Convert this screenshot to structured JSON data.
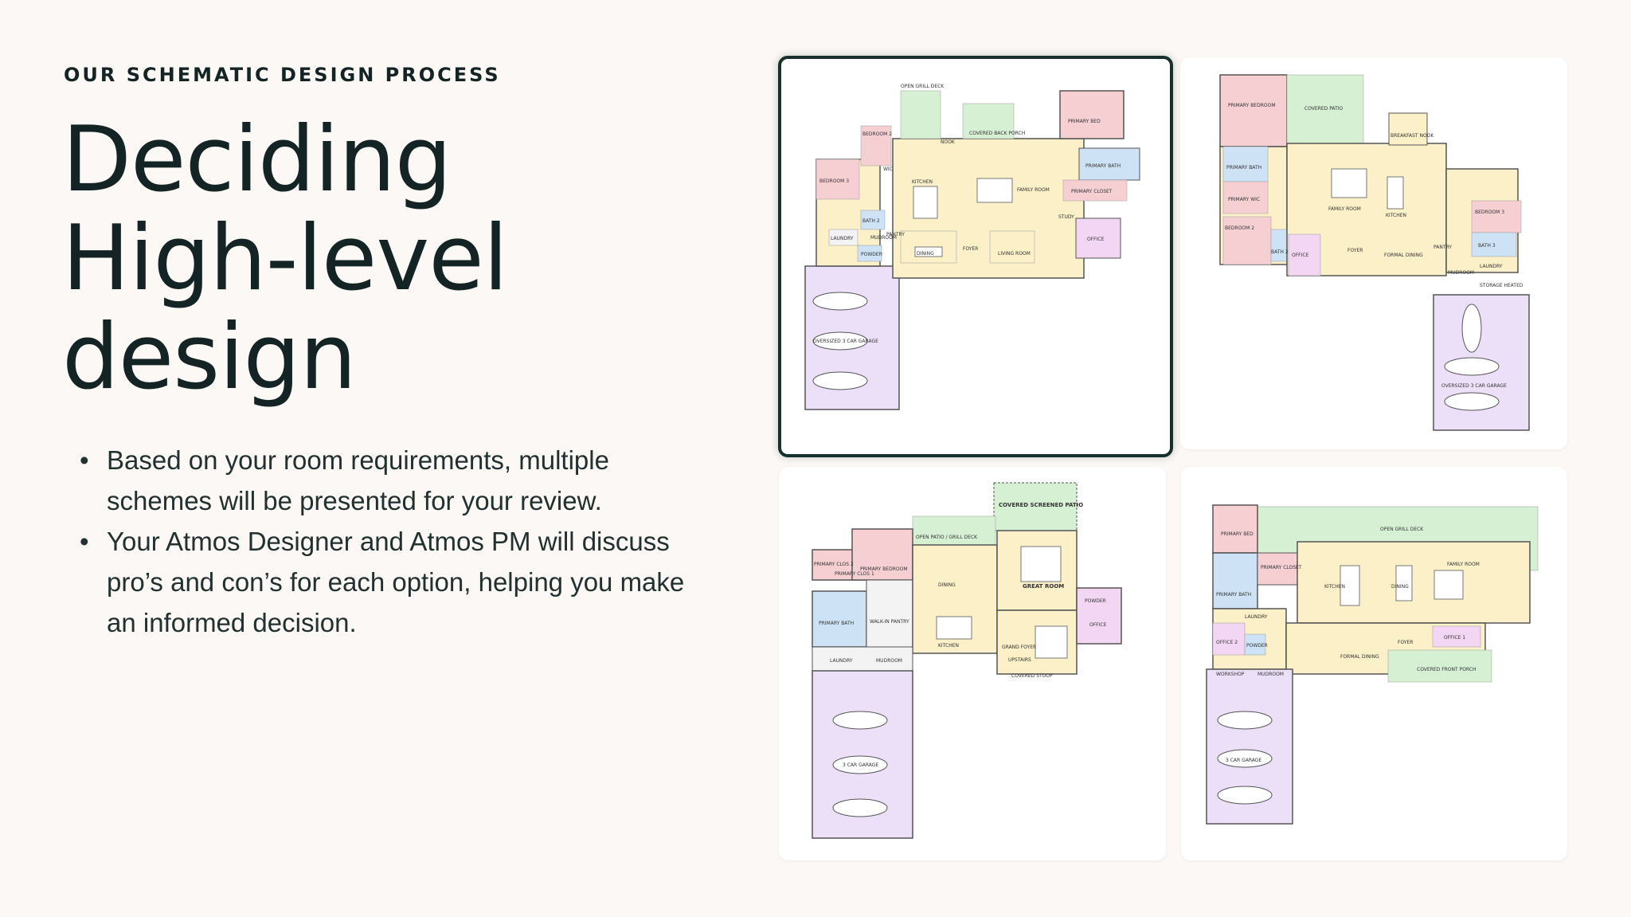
{
  "eyebrow": "OUR SCHEMATIC DESIGN PROCESS",
  "title_lines": [
    "Deciding",
    "High-level",
    "design"
  ],
  "bullets": [
    "Based on your room requirements, multiple schemes will be presented for your review.",
    "Your Atmos Designer and Atmos PM will discuss pro’s and con’s for each option, helping you make an informed decision."
  ],
  "colors": {
    "background": "#fbf8f5",
    "text": "#142323",
    "selected_border": "#17302c",
    "bedroom": "#f6cfd3",
    "bath": "#cde3f5",
    "living": "#fbf0c8",
    "patio": "#d5f0d3",
    "garage": "#ece0f8",
    "office": "#f3d6f3"
  },
  "plans": [
    {
      "labels": {
        "deck": "OPEN GRILL DECK",
        "porch": "COVERED BACK PORCH",
        "bedroom2": "BEDROOM 2",
        "nook": "NOOK",
        "primary_bed": "PRIMARY BED",
        "bedroom3": "BEDROOM 3",
        "wic": "WIC",
        "kitchen": "KITCHEN",
        "family": "FAMILY ROOM",
        "primary_bath": "PRIMARY BATH",
        "primary_closet": "PRIMARY CLOSET",
        "bath2": "BATH 2",
        "laundry": "LAUNDRY",
        "mudroom": "MUDROOM",
        "powder": "POWDER",
        "pantry": "PANTRY",
        "dining": "DINING",
        "foyer": "FOYER",
        "living": "LIVING ROOM",
        "office": "OFFICE",
        "stud": "STUDY",
        "garage": "OVERSIZED 3 CAR GARAGE"
      }
    },
    {
      "labels": {
        "primary_bed": "PRIMARY BEDROOM",
        "patio": "COVERED PATIO",
        "breakfast": "BREAKFAST NOOK",
        "primary_bath": "PRIMARY BATH",
        "primary_wic": "PRIMARY WIC",
        "family": "FAMILY ROOM",
        "kitchen": "KITCHEN",
        "bedroom3": "BEDROOM 3",
        "bedroom2": "BEDROOM 2",
        "bath2": "BATH 2",
        "office": "OFFICE",
        "foyer": "FOYER",
        "dining": "FORMAL DINING",
        "pantry": "PANTRY",
        "mudroom": "MUDROOM",
        "bath3": "BATH 3",
        "laundry": "LAUNDRY",
        "storage": "STORAGE HEATED",
        "garage": "OVERSIZED 3 CAR GARAGE"
      }
    },
    {
      "labels": {
        "screened": "COVERED SCREENED PATIO",
        "open_patio": "OPEN PATIO / GRILL DECK",
        "primary_bed": "PRIMARY BEDROOM",
        "clos2": "PRIMARY CLOS 2",
        "clos1": "PRIMARY CLOS 1",
        "dining": "DINING",
        "great": "GREAT ROOM",
        "powder": "POWDER",
        "primary_bath": "PRIMARY BATH",
        "walkin": "WALK-IN PANTRY",
        "kitchen": "KITCHEN",
        "grand_foyer": "GRAND FOYER",
        "upstairs": "UPSTAIRS",
        "office": "OFFICE",
        "laundry": "LAUNDRY",
        "mudroom": "MUDROOM",
        "stoop": "COVERED STOOP",
        "garage": "3 CAR GARAGE"
      }
    },
    {
      "labels": {
        "primary_bed": "PRIMARY BED",
        "deck": "OPEN GRILL DECK",
        "primary_bath": "PRIMARY BATH",
        "primary_closet": "PRIMARY CLOSET",
        "kitchen": "KITCHEN",
        "dining": "DINING",
        "family": "FAMILY ROOM",
        "laundry": "LAUNDRY",
        "office2": "OFFICE 2",
        "powder": "POWDER",
        "formal": "FORMAL DINING",
        "foyer": "FOYER",
        "office1": "OFFICE 1",
        "workshop": "WORKSHOP",
        "mudroom": "MUDROOM",
        "front_porch": "COVERED FRONT PORCH",
        "garage": "3 CAR GARAGE"
      }
    }
  ]
}
